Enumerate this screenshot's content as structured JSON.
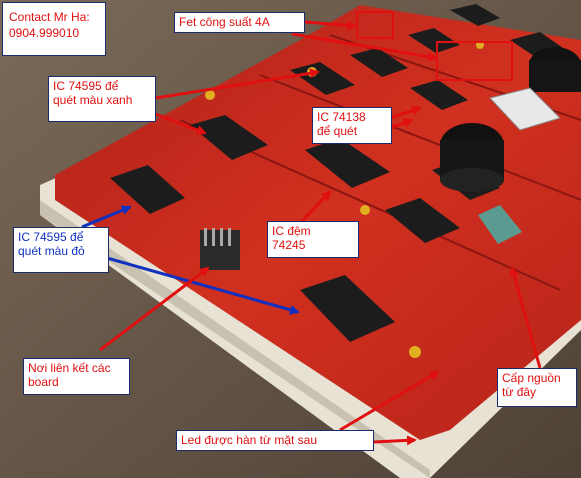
{
  "labels": {
    "contact": {
      "line1": "Contact Mr Ha:",
      "line2": "0904.999010"
    },
    "fet": {
      "line1": "Fet công suất 4A"
    },
    "ic74595_xanh": {
      "line1": "IC 74595 để",
      "line2": "quét màu xanh"
    },
    "ic74138": {
      "line1": "IC 74138",
      "line2": "để quét"
    },
    "ic_dem": {
      "line1": "IC đệm",
      "line2": "74245"
    },
    "ic74595_do": {
      "line1": "IC 74595 để",
      "line2": "quét màu đỏ"
    },
    "noi_lien_ket": {
      "line1": "Nơi liên kết các",
      "line2": "board"
    },
    "cap_nguon": {
      "line1": "Cấp nguồn",
      "line2": "từ đây"
    },
    "led": {
      "line1": "Led được hàn từ mặt sau"
    }
  },
  "colors": {
    "pcb": "#c8281e",
    "pcb_dark": "#8a1612",
    "chip": "#1c1c1c",
    "table": "#6b5a4a",
    "led_base": "#e8e2d4",
    "arrow_red": "#e01010",
    "arrow_blue": "#1030c0"
  }
}
